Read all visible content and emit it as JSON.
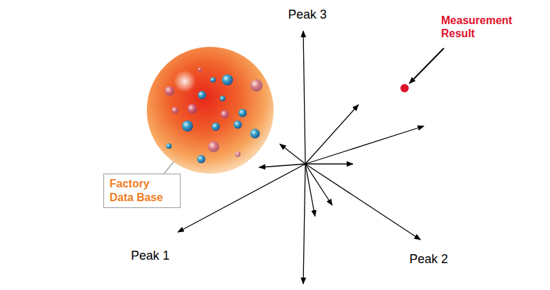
{
  "diagram": {
    "nodes": [
      {
        "text": [
          "Factory Data Base"
        ]
      }
    ],
    "labels": [
      "Peak 3",
      "Measurement Result",
      "Peak 1",
      "Peak 2"
    ]
  }
}
